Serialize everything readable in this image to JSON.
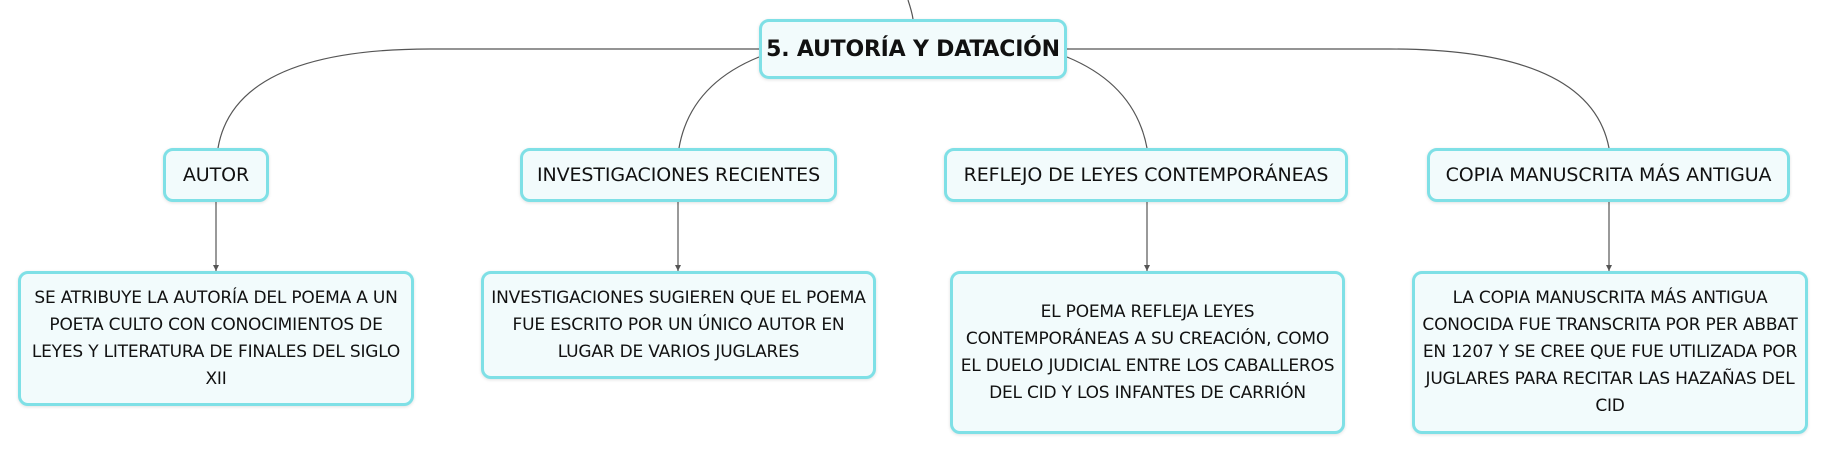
{
  "map": {
    "central": "5. AUTORÍA Y DATACIÓN",
    "topics": [
      {
        "label": "AUTOR",
        "detail": "SE ATRIBUYE LA AUTORÍA DEL POEMA A UN POETA CULTO CON CONOCIMIENTOS DE LEYES Y LITERATURA DE FINALES DEL SIGLO XII"
      },
      {
        "label": "INVESTIGACIONES RECIENTES",
        "detail": "INVESTIGACIONES SUGIEREN QUE EL POEMA FUE ESCRITO POR UN ÚNICO AUTOR EN LUGAR DE VARIOS JUGLARES"
      },
      {
        "label": "REFLEJO DE LEYES CONTEMPORÁNEAS",
        "detail": "EL POEMA REFLEJA LEYES CONTEMPORÁNEAS A SU CREACIÓN, COMO EL DUELO JUDICIAL ENTRE LOS CABALLEROS DEL CID Y LOS INFANTES DE CARRIÓN"
      },
      {
        "label": "COPIA MANUSCRITA MÁS ANTIGUA",
        "detail": "LA COPIA MANUSCRITA MÁS ANTIGUA CONOCIDA FUE TRANSCRITA POR PER ABBAT EN 1207 Y SE CREE QUE FUE UTILIZADA POR JUGLARES PARA RECITAR LAS HAZAÑAS DEL CID"
      }
    ],
    "colors": {
      "border": "#7fe0e6",
      "fill": "#f2fbfc",
      "connector": "#555555"
    }
  }
}
